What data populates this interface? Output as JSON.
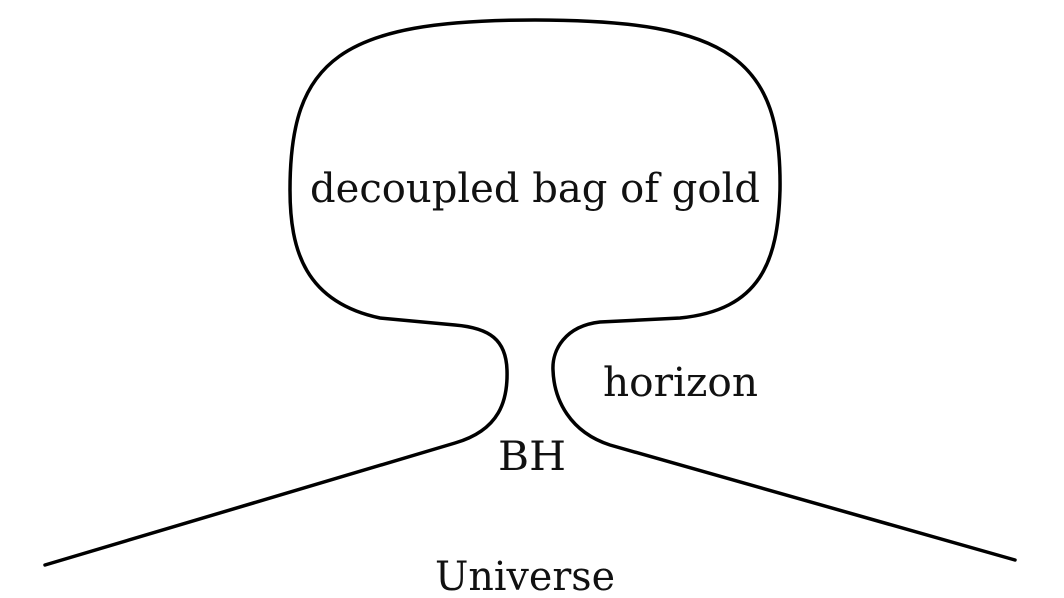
{
  "labels": {
    "bag": "decoupled bag of gold",
    "horizon": "horizon",
    "bh": "BH",
    "universe": "Universe"
  },
  "colors": {
    "stroke": "#000000",
    "text": "#111111"
  }
}
